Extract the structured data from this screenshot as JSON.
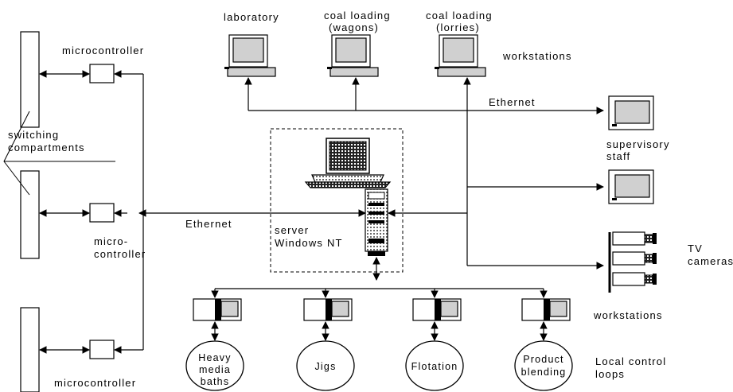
{
  "workstations_top": {
    "laboratory": "laboratory",
    "coal_wagons_line1": "coal loading",
    "coal_wagons_line2": "(wagons)",
    "coal_lorries_line1": "coal loading",
    "coal_lorries_line2": "(lorries)",
    "label": "workstations"
  },
  "network": {
    "ethernet_top": "Ethernet",
    "ethernet_left": "Ethernet"
  },
  "supervisory": {
    "line1": "supervisory",
    "line2": "staff"
  },
  "server": {
    "line1": "server",
    "line2": "Windows NT"
  },
  "left_side": {
    "microcontroller_top": "microcontroller",
    "switching_line1": "switching",
    "switching_line2": "compartments",
    "micro_mid_line1": "micro-",
    "micro_mid_line2": "controller",
    "microcontroller_bottom": "microcontroller"
  },
  "cameras": {
    "line1": "TV",
    "line2": "cameras"
  },
  "bottom_workstations_label": "workstations",
  "loops": {
    "heavy_line1": "Heavy",
    "heavy_line2": "media",
    "heavy_line3": "baths",
    "jigs": "Jigs",
    "flotation": "Flotation",
    "product_line1": "Product",
    "product_line2": "blending",
    "label_line1": "Local control",
    "label_line2": "loops"
  }
}
